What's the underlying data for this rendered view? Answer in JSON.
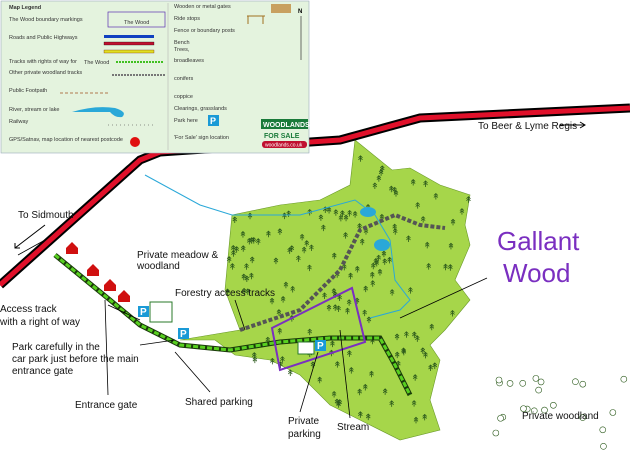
{
  "legend": {
    "title": "Map Legend",
    "boundary": "The Wood boundary markings",
    "boundary_sample": "The Wood",
    "roads": "Roads and Public Highways",
    "tracks": "Tracks with rights of way for",
    "tracks_sample": "The Wood",
    "private_tracks": "Other private woodland tracks",
    "footpath": "Public Footpath",
    "river": "River, stream or lake",
    "railway": "Railway",
    "gps": "GPS/Satnav, map location of nearest postcode",
    "gates": "Wooden or metal gates",
    "ride_stops": "Ride stops",
    "fence": "Fence or boundary posts",
    "bench": "Bench",
    "trees": "Trees,",
    "broadleaves": "broadleaves",
    "conifers": "conifers",
    "coppice": "coppice",
    "clearings": "Clearings, grasslands",
    "park": "Park here",
    "for_sale": "'For Sale' sign location",
    "north": "N",
    "logo": {
      "line1": "WOODLANDS",
      "line2": "FOR SALE",
      "url": "woodlands.co.uk"
    }
  },
  "parking_symbol": "P",
  "labels": {
    "to_beer": "To Beer & Lyme Regis",
    "to_sidmouth": "To Sidmouth",
    "meadow1": "Private meadow &",
    "meadow2": "woodland",
    "forestry": "Forestry access tracks",
    "access1": "Access track",
    "access2": "with a right of way",
    "park1": "Park carefully in the",
    "park2": "car park just before the main",
    "park3": "entrance gate",
    "entrance": "Entrance gate",
    "shared": "Shared parking",
    "private_parking1": "Private",
    "private_parking2": "parking",
    "stream": "Stream",
    "private_woodland": "Private woodland",
    "wood_name1": "Gallant",
    "wood_name2": "Wood"
  },
  "colors": {
    "wood": "#a6d64a",
    "road": "#e0102a",
    "boundary": "#7a2fc0",
    "legend_bg": "#e4f3de",
    "parking": "#1a9ad6"
  }
}
